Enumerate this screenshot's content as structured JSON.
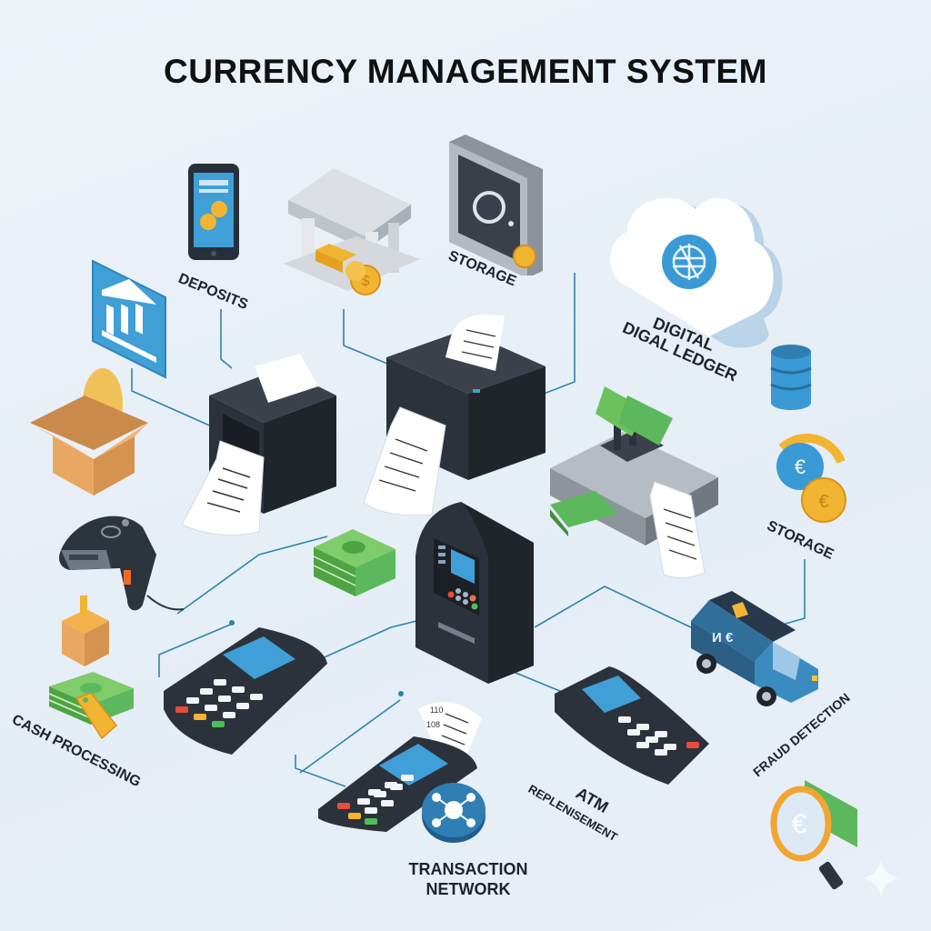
{
  "title": "CURRENCY MANAGEMENT SYSTEM",
  "colors": {
    "background": "#e9f0f7",
    "connector": "#2b87a8",
    "device_dark": "#2c323b",
    "accent_blue": "#3f9fd6",
    "cash_green": "#5cb85c",
    "gold": "#f2b531",
    "box_tan": "#e9a862"
  },
  "labels": {
    "deposits": "DEPOSITS",
    "storage_top": "STORAGE",
    "digital_ledger_line1": "DIGITAL",
    "digital_ledger_line2": "DIGAL LEDGER",
    "storage_right": "STORAGE",
    "cash_processing": "CASH PROCESSING",
    "atm_replenishment_line1": "ATM",
    "atm_replenishment_line2": "REPLENISEMENT",
    "fraud_detection": "FRAUD DETECTION",
    "transaction_network_line1": "TRANSACTION",
    "transaction_network_line2": "NETWORK"
  },
  "icons": [
    "smartphone-icon",
    "bank-building-icon",
    "safe-vault-icon",
    "cloud-ledger-icon",
    "database-icon",
    "bank-tile-icon",
    "open-box-icon",
    "barcode-scanner-icon",
    "receipt-printer-icon",
    "cash-counter-icon",
    "currency-exchange-icon",
    "cash-stack-icon",
    "atm-icon",
    "armored-van-icon",
    "card-terminal-icon",
    "network-node-icon",
    "magnifier-icon",
    "parcel-icon",
    "price-tag-icon",
    "sparkle-icon"
  ],
  "van": {
    "marking": "И €"
  },
  "receipt_values": [
    "110",
    "108"
  ]
}
